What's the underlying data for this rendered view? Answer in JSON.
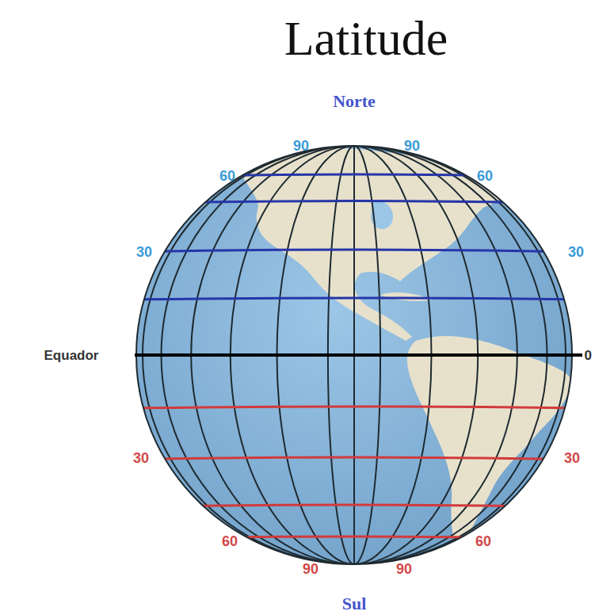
{
  "diagram": {
    "title": "Latitude",
    "labels": [
      "Norte",
      "90",
      "90",
      "60",
      "60",
      "30",
      "30",
      "Equador",
      "0",
      "30",
      "30",
      "60",
      "60",
      "90",
      "90",
      "Sul"
    ]
  }
}
